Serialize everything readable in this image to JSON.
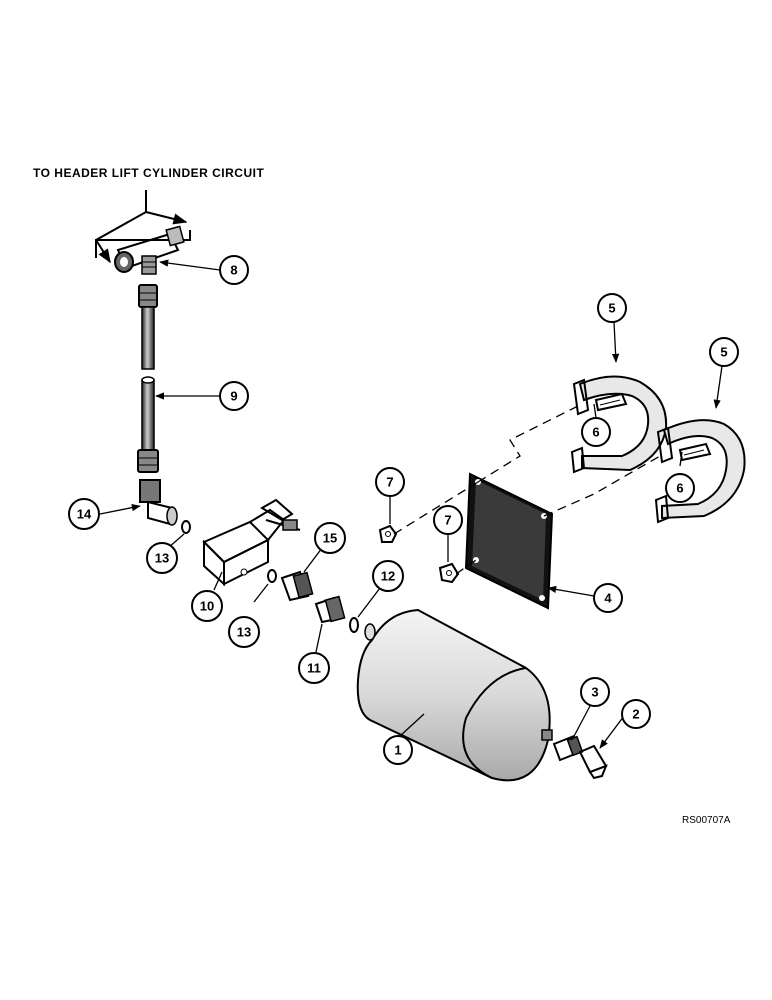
{
  "diagram": {
    "title": "TO HEADER LIFT CYLINDER CIRCUIT",
    "drawing_code": "RS00707A"
  },
  "callouts": {
    "c1": "1",
    "c2": "2",
    "c3": "3",
    "c4": "4",
    "c5a": "5",
    "c5b": "5",
    "c6a": "6",
    "c6b": "6",
    "c7a": "7",
    "c7b": "7",
    "c8": "8",
    "c9": "9",
    "c10": "10",
    "c11": "11",
    "c12": "12",
    "c13a": "13",
    "c13b": "13",
    "c14": "14",
    "c15": "15"
  }
}
